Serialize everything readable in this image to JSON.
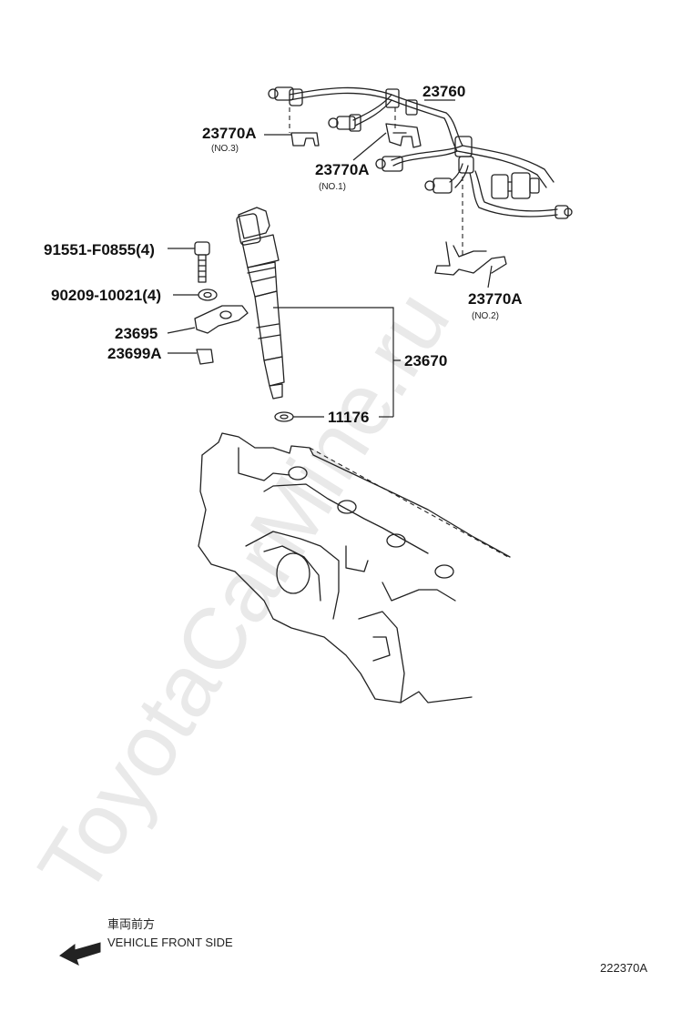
{
  "watermark": "ToyotaCarMine.ru",
  "labels": {
    "p23760": "23760",
    "p23770a_no3": "23770A",
    "p23770a_no3_sub": "(NO.3)",
    "p23770a_no1": "23770A",
    "p23770a_no1_sub": "(NO.1)",
    "p23770a_no2": "23770A",
    "p23770a_no2_sub": "(NO.2)",
    "p91551": "91551-F0855(4)",
    "p90209": "90209-10021(4)",
    "p23695": "23695",
    "p23699a": "23699A",
    "p23670": "23670",
    "p11176": "11176"
  },
  "direction": {
    "jp": "車両前方",
    "en": "VEHICLE FRONT SIDE"
  },
  "figure_id": "222370A"
}
